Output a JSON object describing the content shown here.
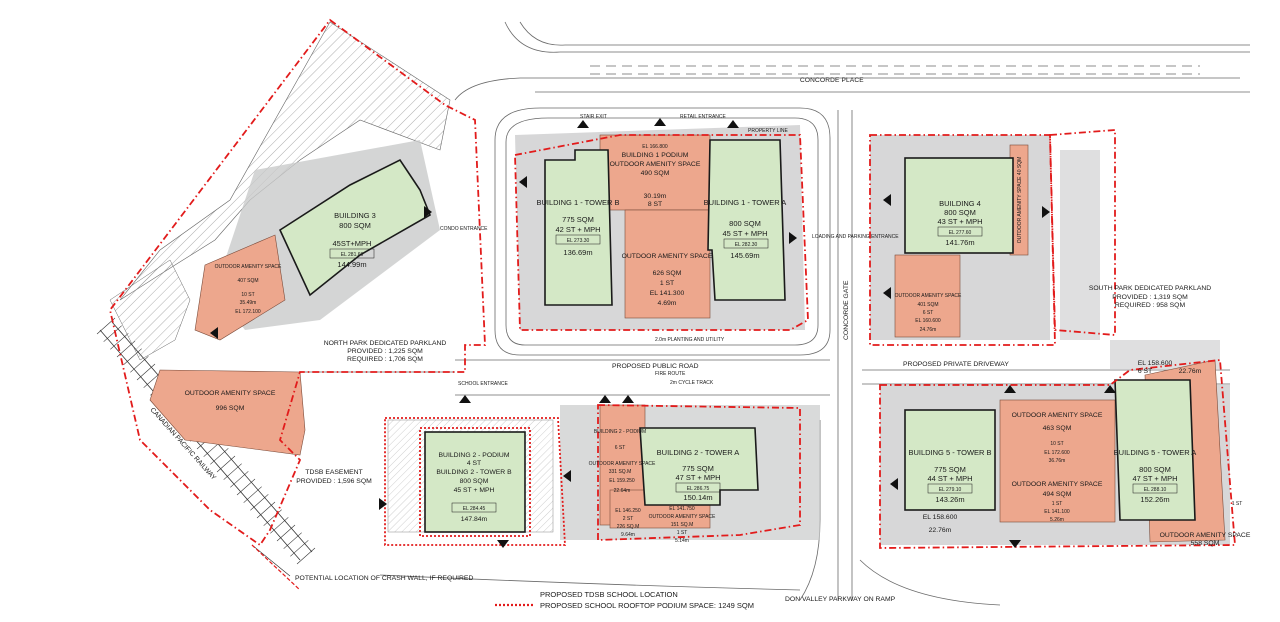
{
  "roads": {
    "concorde_place": "CONCORDE PLACE",
    "public_road": "PROPOSED PUBLIC ROAD",
    "private_driveway": "PROPOSED PRIVATE DRIVEWAY",
    "concorde_gate": "CONCORDE GATE",
    "dvp_ramp": "DON VALLEY PARKWAY ON RAMP",
    "railway": "CANADIAN PACIFIC RAILWAY",
    "cycle_track": "2m CYCLE TRACK",
    "planting_utility": "2.0m PLANTING AND UTILITY",
    "fire_route": "FIRE ROUTE"
  },
  "buildings": {
    "b1_podium": {
      "el": "EL 166.800",
      "name": "BUILDING 1 PODIUM",
      "amenity": "OUTDOOR AMENITY SPACE",
      "area": "490 SQM",
      "height": "30.19m",
      "storeys": "8 ST"
    },
    "b1_tb": {
      "name": "BUILDING 1 - TOWER B",
      "area": "775 SQM",
      "storeys": "42 ST + MPH",
      "el": "EL 273.30",
      "height": "136.69m"
    },
    "b1_ta": {
      "name": "BUILDING 1 - TOWER A",
      "area": "800 SQM",
      "storeys": "45 ST + MPH",
      "el": "EL 282.30",
      "height": "145.69m"
    },
    "b1_amenity2": {
      "title": "OUTDOOR AMENITY SPACE",
      "area": "626 SQM",
      "storeys": "1 ST",
      "el": "EL 141.300",
      "height": "4.69m"
    },
    "b3": {
      "name": "BUILDING 3",
      "area": "800 SQM",
      "storeys": "45ST+MPH",
      "el": "EL 281.60",
      "height": "144.99m"
    },
    "b3_amenity": {
      "title": "OUTDOOR AMENITY SPACE",
      "area": "407 SQM",
      "storeys": "10 ST",
      "height": "35.49m",
      "el": "EL 172.100"
    },
    "b4": {
      "name": "BUILDING 4",
      "area": "800 SQM",
      "storeys": "43 ST + MPH",
      "el": "EL 277.60",
      "height": "141.76m"
    },
    "b4_amenity": {
      "title": "OUTDOOR AMENITY SPACE",
      "area": "401 SQM",
      "storeys": "6 ST",
      "el": "EL 160.600",
      "height": "24.76m"
    },
    "b4_side_amenity": "OUTDOOR AMENITY SPACE 40 SQM",
    "b2_podium_w": {
      "name": "BUILDING 2 - PODIUM",
      "storeys": "4 ST",
      "height": "147.84m"
    },
    "b2_tb": {
      "name": "BUILDING 2 - TOWER B",
      "area": "800 SQM",
      "storeys": "45 ST + MPH",
      "el": "EL 284.45"
    },
    "b2_podium_e": {
      "name": "BUILDING 2 - PODIUM",
      "storeys": "6 ST",
      "amenity": "OUTDOOR AMENITY SPACE",
      "area": "331 SQ.M",
      "el": "EL 159.250",
      "height": "22.64m"
    },
    "b2_ta": {
      "name": "BUILDING 2 - TOWER A",
      "area": "775 SQM",
      "storeys": "47 ST + MPH",
      "el": "EL 286.75",
      "height": "150.14m"
    },
    "b2_amenity_s1": {
      "el": "EL 146.250",
      "storeys": "2 ST",
      "area": "226 SQ.M",
      "height": "9.64m"
    },
    "b2_amenity_s2": {
      "el": "EL 141.750",
      "title": "OUTDOOR AMENITY SPACE",
      "area": "151 SQ.M",
      "storeys": "1 ST",
      "height": "5.14m"
    },
    "b5_tb": {
      "name": "BUILDING 5 - TOWER B",
      "area": "775 SQM",
      "storeys": "44 ST + MPH",
      "el": "EL 279.10",
      "height": "143.26m"
    },
    "b5_ta": {
      "name": "BUILDING 5 - TOWER A",
      "area": "800 SQM",
      "storeys": "47 ST + MPH",
      "el": "EL 288.10",
      "height": "152.26m"
    },
    "b5_amenity_n": {
      "title": "OUTDOOR AMENITY SPACE",
      "area": "463 SQM",
      "storeys": "10 ST",
      "el": "EL 172.600",
      "height": "36.76m"
    },
    "b5_amenity_s": {
      "title": "OUTDOOR AMENITY SPACE",
      "area": "494 SQM",
      "storeys": "1 ST",
      "el": "EL 141.100",
      "height": "5.26m"
    },
    "b5_amenity_se": {
      "title": "OUTDOOR AMENITY SPACE",
      "area": "558 SQM",
      "storeys": "1 ST"
    },
    "b5_podium_el": "EL 158.600",
    "b5_podium_h": "22.76m",
    "b5_podium_st": "6 ST"
  },
  "parks": {
    "north": {
      "title": "NORTH PARK DEDICATED PARKLAND",
      "provided": "PROVIDED : 1,225 SQM",
      "required": "REQUIRED : 1,706 SQM"
    },
    "south": {
      "title": "SOUTH PARK DEDICATED PARKLAND",
      "provided": "PROVIDED : 1,319 SQM",
      "required": "REQUIRED : 958 SQM"
    },
    "west_amenity": {
      "title": "OUTDOOR AMENITY SPACE",
      "area": "996 SQM"
    },
    "tdsb": {
      "title": "TDSB EASEMENT",
      "provided": "PROVIDED : 1,596 SQM"
    }
  },
  "labels": {
    "stair_exit": "STAIR EXIT",
    "property_line": "PROPERTY LINE",
    "retail_entrance": "RETAIL ENTRANCE",
    "condo_entrance": "CONDO ENTRANCE",
    "loading_parking": "LOADING AND PARKING ENTRANCE",
    "school_entrance": "SCHOOL ENTRANCE",
    "crash_wall": "POTENTIAL LOCATION OF CRASH WALL, IF REQUIRED"
  },
  "legend": {
    "school_location": "PROPOSED TDSB SCHOOL LOCATION",
    "rooftop_podium": "PROPOSED SCHOOL ROOFTOP PODIUM SPACE: 1249 SQM"
  },
  "colors": {
    "tower": "#d4e8c6",
    "amenity": "#eda78d",
    "paving": "#c9cacb",
    "property_line": "#e21b1b"
  }
}
